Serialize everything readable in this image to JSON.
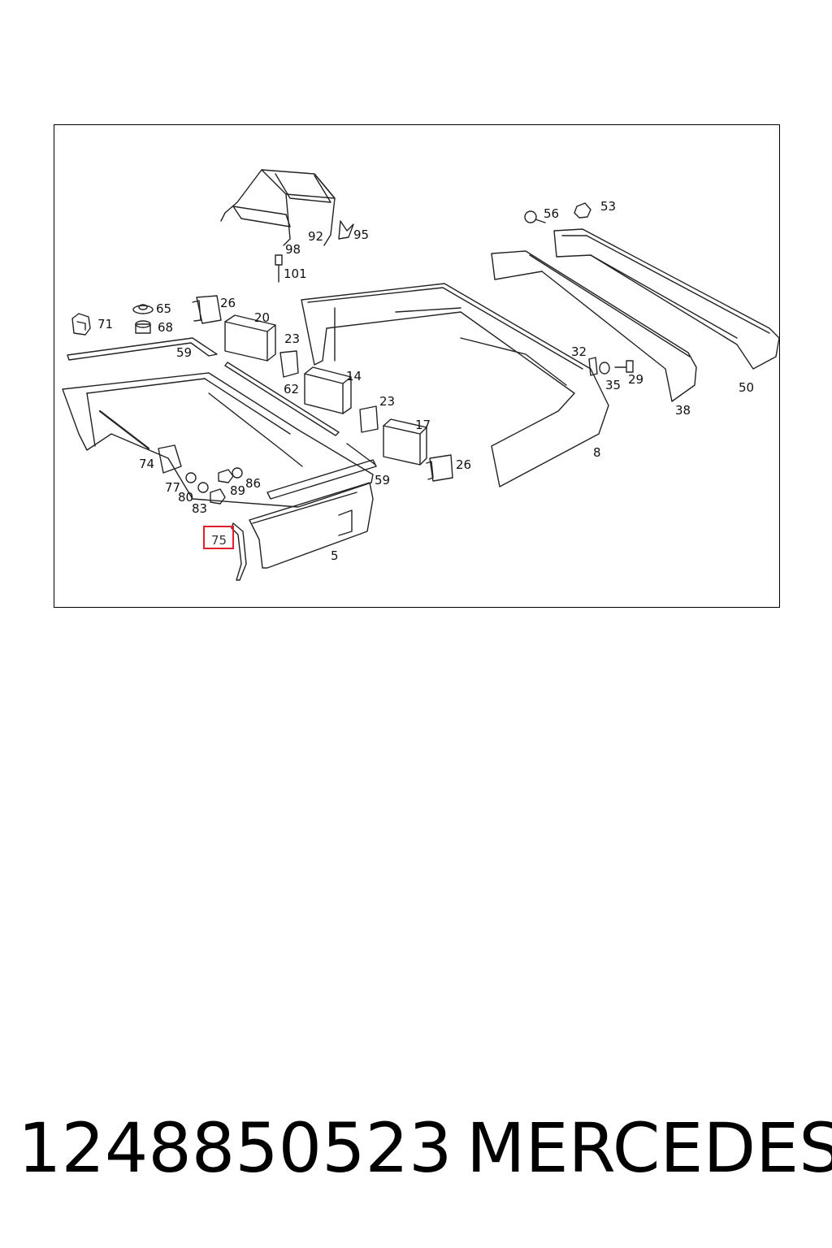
{
  "diagram": {
    "labels": [
      {
        "id": "53",
        "text": "53"
      },
      {
        "id": "56",
        "text": "56"
      },
      {
        "id": "92",
        "text": "92"
      },
      {
        "id": "95",
        "text": "95"
      },
      {
        "id": "98",
        "text": "98"
      },
      {
        "id": "101",
        "text": "101"
      },
      {
        "id": "26a",
        "text": "26"
      },
      {
        "id": "65",
        "text": "65"
      },
      {
        "id": "68",
        "text": "68"
      },
      {
        "id": "71",
        "text": "71"
      },
      {
        "id": "20",
        "text": "20"
      },
      {
        "id": "59a",
        "text": "59"
      },
      {
        "id": "23a",
        "text": "23"
      },
      {
        "id": "62",
        "text": "62"
      },
      {
        "id": "14",
        "text": "14"
      },
      {
        "id": "23b",
        "text": "23"
      },
      {
        "id": "17",
        "text": "17"
      },
      {
        "id": "26b",
        "text": "26"
      },
      {
        "id": "59b",
        "text": "59"
      },
      {
        "id": "32",
        "text": "32"
      },
      {
        "id": "35",
        "text": "35"
      },
      {
        "id": "29",
        "text": "29"
      },
      {
        "id": "50",
        "text": "50"
      },
      {
        "id": "38",
        "text": "38"
      },
      {
        "id": "8",
        "text": "8"
      },
      {
        "id": "74",
        "text": "74"
      },
      {
        "id": "77",
        "text": "77"
      },
      {
        "id": "80",
        "text": "80"
      },
      {
        "id": "83",
        "text": "83"
      },
      {
        "id": "89",
        "text": "89"
      },
      {
        "id": "86",
        "text": "86"
      },
      {
        "id": "5",
        "text": "5"
      }
    ],
    "highlight": {
      "text": "75",
      "color": "#e0202a"
    }
  },
  "footer": {
    "part_number": "1248850523",
    "brand": "MERCEDES"
  }
}
